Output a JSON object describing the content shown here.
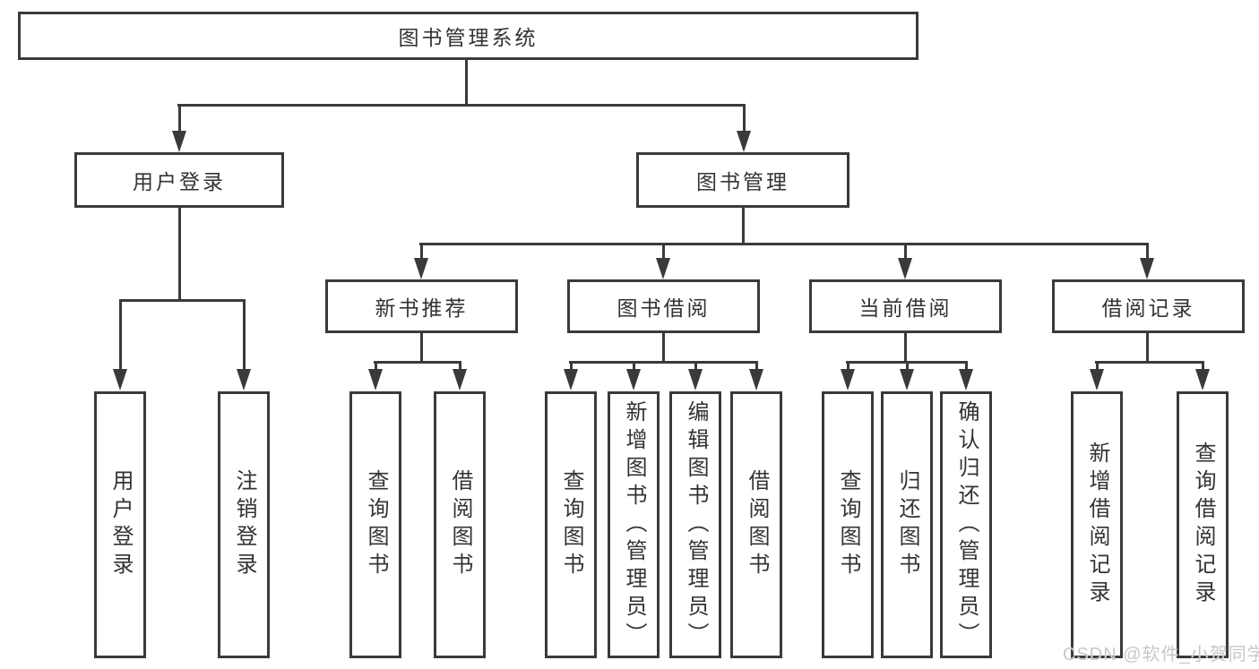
{
  "diagram": {
    "root": {
      "label": "图书管理系统"
    },
    "level1": [
      {
        "label": "用户登录"
      },
      {
        "label": "图书管理"
      }
    ],
    "level2": [
      {
        "label": "新书推荐",
        "parent": "图书管理"
      },
      {
        "label": "图书借阅",
        "parent": "图书管理"
      },
      {
        "label": "当前借阅",
        "parent": "图书管理"
      },
      {
        "label": "借阅记录",
        "parent": "图书管理"
      }
    ],
    "leaves": [
      {
        "label": "用户登录",
        "parent": "用户登录"
      },
      {
        "label": "注销登录",
        "parent": "用户登录"
      },
      {
        "label": "查询图书",
        "parent": "新书推荐"
      },
      {
        "label": "借阅图书",
        "parent": "新书推荐"
      },
      {
        "label": "查询图书",
        "parent": "图书借阅"
      },
      {
        "label": "新增图书（管理员）",
        "parent": "图书借阅"
      },
      {
        "label": "编辑图书（管理员）",
        "parent": "图书借阅"
      },
      {
        "label": "借阅图书",
        "parent": "图书借阅"
      },
      {
        "label": "查询图书",
        "parent": "当前借阅"
      },
      {
        "label": "归还图书",
        "parent": "当前借阅"
      },
      {
        "label": "确认归还（管理员）",
        "parent": "当前借阅"
      },
      {
        "label": "新增借阅记录",
        "parent": "借阅记录"
      },
      {
        "label": "查询借阅记录",
        "parent": "借阅记录"
      }
    ],
    "watermark": "CSDN @软件_小贺同学",
    "colors": {
      "line": "#3a3a3a",
      "text": "#333333",
      "watermark": "#c5c5c5",
      "background": "#ffffff"
    }
  }
}
